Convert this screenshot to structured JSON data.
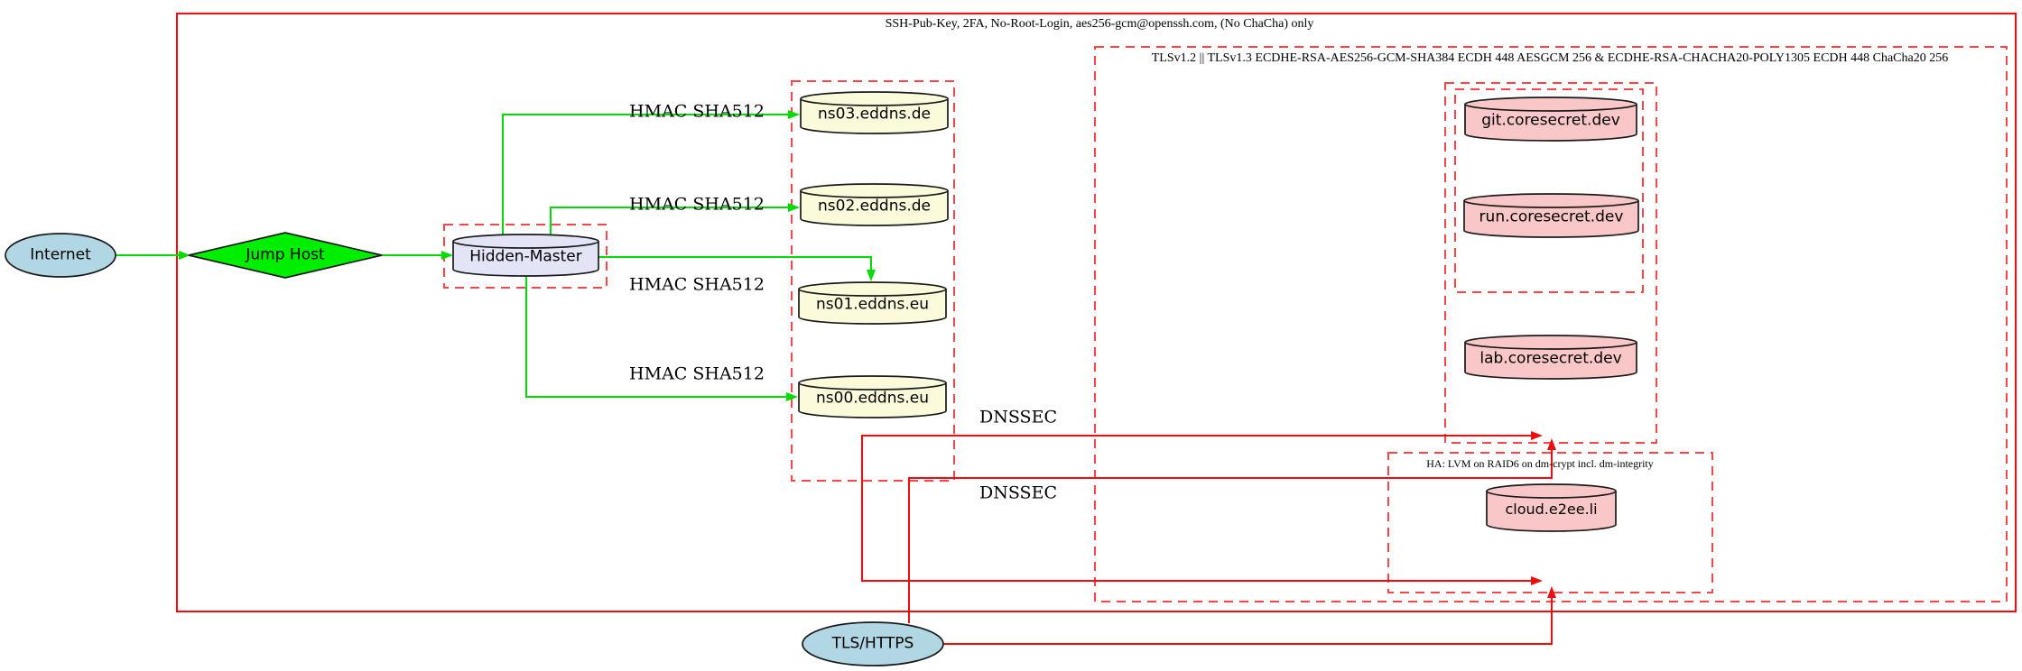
{
  "diagram": {
    "cluster_labels": {
      "outer": "SSH-Pub-Key, 2FA, No-Root-Login, aes256-gcm@openssh.com, (No ChaCha) only",
      "tls": "TLSv1.2 || TLSv1.3 ECDHE-RSA-AES256-GCM-SHA384 ECDH 448 AESGCM 256 & ECDHE-RSA-CHACHA20-POLY1305 ECDH 448 ChaCha20 256",
      "ha": "HA: LVM on RAID6 on dm-crypt incl. dm-integrity"
    },
    "nodes": {
      "internet": {
        "label": "Internet"
      },
      "jump_host": {
        "label": "Jump Host"
      },
      "hidden_master": {
        "label": "Hidden-Master"
      },
      "ns03": {
        "label": "ns03.eddns.de"
      },
      "ns02": {
        "label": "ns02.eddns.de"
      },
      "ns01": {
        "label": "ns01.eddns.eu"
      },
      "ns00": {
        "label": "ns00.eddns.eu"
      },
      "git": {
        "label": "git.coresecret.dev"
      },
      "run": {
        "label": "run.coresecret.dev"
      },
      "lab": {
        "label": "lab.coresecret.dev"
      },
      "cloud": {
        "label": "cloud.e2ee.li"
      },
      "tls_https": {
        "label": "TLS/HTTPS"
      }
    },
    "edge_labels": {
      "hmac": "HMAC SHA512",
      "dnssec": "DNSSEC"
    },
    "colors": {
      "background": "#ffffff",
      "red_solid": "#f20d0d",
      "red_dashed": "#f44848",
      "green_edge": "#00dc00",
      "green_fill": "#00ee00",
      "lightblue": "#b2d7e4",
      "lavender": "#e4e4f7",
      "lightyellow": "#fbfbdc",
      "pink": "#f9c7c7",
      "node_stroke": "#1a1a1a",
      "label_color": "#000000"
    }
  }
}
